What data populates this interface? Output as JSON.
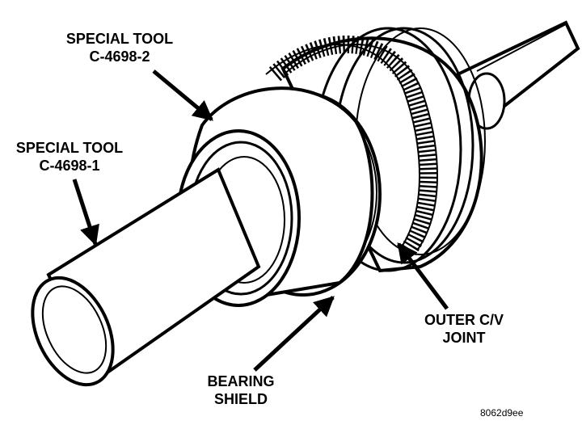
{
  "labels": {
    "special_tool_2": {
      "line1": "SPECIAL TOOL",
      "line2": "C-4698-2"
    },
    "special_tool_1": {
      "line1": "SPECIAL TOOL",
      "line2": "C-4698-1"
    },
    "outer_cv_joint": {
      "line1": "OUTER C/V",
      "line2": "JOINT"
    },
    "bearing_shield": {
      "line1": "BEARING",
      "line2": "SHIELD"
    }
  },
  "figure_id": "8062d9ee"
}
